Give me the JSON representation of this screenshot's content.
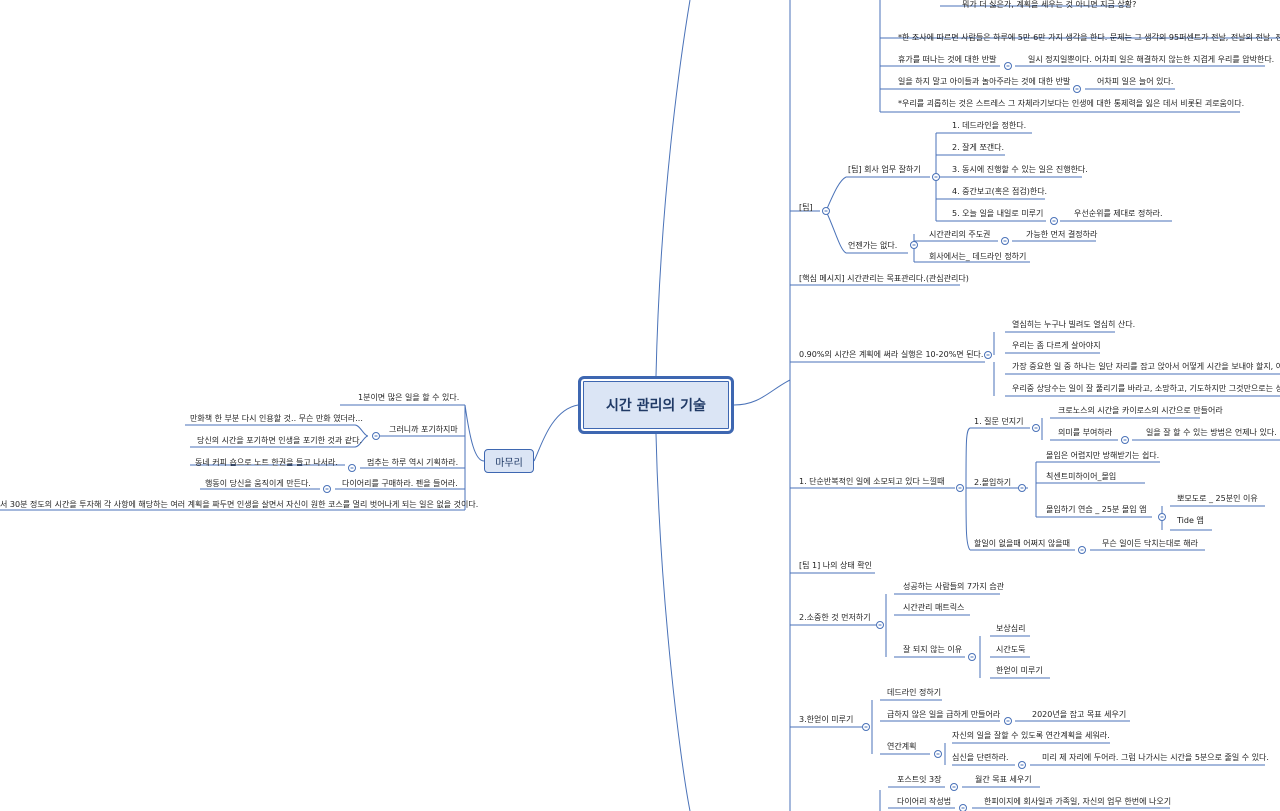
{
  "root": {
    "title": "시간 관리의 기술"
  },
  "main_topic_left": {
    "title": "마무리"
  },
  "left_nodes": [
    "1분이면 많은 일을 할 수 있다.",
    "만화책 한 부분 다시 인용할 것.. 무슨 만화 였더라...",
    "그러니까 포기하지마",
    "당신의 시간을 포기하면 인생을 포기한 것과 같다.",
    "동네 커피 숍으로 노트 한권을 들고 나서라.",
    "멈추는 하루 역시 기획하라.",
    "행동이 당신을 움직이게 만든다.",
    "다이어리를 구매하라. 펜을 들어라.",
    "서 30분 정도의 시간을 투자해 각 사항에 해당하는 여러 계획을 짜두면 인생을 살면서 자신이 원한 코스를 멀리 벗어나게 되는 일은 없을 것이다."
  ],
  "right_top_nodes": [
    "뭐가 더 싫은가, 계획을 세우는 것 아니면 지금 상황?",
    "*한 조사에 따르면 사람들은 하루에 5만-6만 가지 생각을 한다. 문제는 그 생각의 95퍼센트가 전날, 전날의 전날, 전날의 전",
    "휴가를 떠나는 것에 대한 반발",
    "일시 정지일뿐이다. 어차피 일은 해결하지 않는한 지겹게 우리를 압박한다.",
    "일을 하지 말고 아이들과 놀아주라는 것에 대한 반발",
    "어차피 일은 늘어 있다.",
    "*우리를 괴롭히는 것은 스트레스 그 자체라기보다는 인생에 대한 통제력을 잃은 데서 비롯된 괴로움이다.",
    "1. 데드라인을 정한다.",
    "2. 잘게 쪼갠다.",
    "3. 동시에 진행할 수 있는 일은 진행한다.",
    "4. 중간보고(혹은 점검)한다.",
    "5. 오늘 일을 내일로 미루기",
    "우선순위를 제대로 정하라.",
    "[팁] 회사 업무 잘하기",
    "[팁]",
    "언젠가는 없다.",
    "시간관리의 주도권",
    "가능한 먼저 결정하라",
    "회사에서는_ 데드라인 정하기",
    "[핵심 메시지] 시간관리는 목표관리다.(관심관리다)"
  ],
  "right_mid_nodes": [
    "0.90%의 시간은 계획에 써라 실행은 10-20%면 된다.",
    "열심히는 누구나 빌려도 열심히 산다.",
    "우리는 좀 다르게 살아야지",
    "가장 중요한 일 중 하나는 일단 자리를 잡고 앉아서 어떻게 시간을 보내야 할지, 어디에",
    "우리중 상당수는 일이 잘 풀리기를 바라고, 소망하고, 기도하지만 그것만으로는 성과를",
    "1. 단순반복적인 일에 소모되고 있다 느낄때",
    "1. 질문 던지기",
    "크로노스의 시간을 카이로스의 시간으로 만들어라",
    "의미를 부여하라",
    "일을 잘 할 수 있는 방법은 언제나 있다.",
    "2.몰입하기",
    "몰입은 어렵지만 방해받기는 쉽다.",
    "칙센트미하이어_몰입",
    "몰입하기 연습 _ 25분 몰입 앱",
    "뽀모도로 _ 25분인 이유",
    "Tide 앱",
    "할일이 없을때 어쩌지 않을때",
    "무슨 일이든 닥치는대로 해라",
    "[팁 1] 나의 상태 확인"
  ],
  "right_bottom_nodes": [
    "2.소중한 것 먼저하기",
    "성공하는 사람들의 7가지 습관",
    "시간관리 매트릭스",
    "잘 되지 않는 이유",
    "보상심리",
    "시간도둑",
    "한얻이 미루기",
    "3.한얻이 미루기",
    "데드라인 정하기",
    "급하지 않은 일을 급하게 만들어라",
    "2020년을 잡고 목표 세우기",
    "연간계획",
    "자신의 일을 잘할 수 있도록 연간계획을 세워라.",
    "심신을 단련하라.",
    "미리 제 자리에 두어라. 그럼 나가시는 시간을 5분으로 줄일 수 있다.",
    "포스트잇 3장",
    "월간 목표 세우기",
    "다이어리 작성법",
    "한피이지에 회사일과 가족일, 자신의 업무 한번에 나오기"
  ],
  "colors": {
    "line": "#4a72b8",
    "root_fill": "#dbe5f5",
    "root_border": "#3e67b1",
    "text": "#222222"
  }
}
